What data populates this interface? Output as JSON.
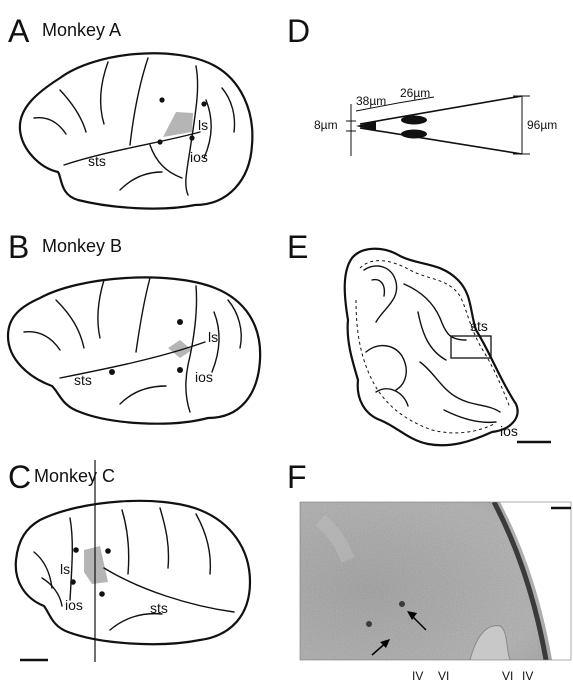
{
  "panels": {
    "A": {
      "letter": "A",
      "title": "Monkey A",
      "labels": {
        "ls": "ls",
        "sts": "sts",
        "ios": "ios"
      }
    },
    "B": {
      "letter": "B",
      "title": "Monkey B",
      "labels": {
        "ls": "ls",
        "sts": "sts",
        "ios": "ios"
      }
    },
    "C": {
      "letter": "C",
      "title": "Monkey C",
      "labels": {
        "ls": "ls",
        "sts": "sts",
        "ios": "ios"
      }
    },
    "D": {
      "letter": "D",
      "dims": {
        "tip": "8µm",
        "d1": "38µm",
        "d2": "26µm",
        "width": "96µm"
      }
    },
    "E": {
      "letter": "E",
      "labels": {
        "sts": "sts",
        "ios": "ios"
      }
    },
    "F": {
      "letter": "F",
      "layers": {
        "l1": "IV",
        "l2": "VI",
        "l3": "VI",
        "l4": "IV"
      }
    }
  },
  "colors": {
    "ink": "#111111",
    "patch": "#b5b5b5",
    "micro_bg": "#a7a7a7"
  }
}
